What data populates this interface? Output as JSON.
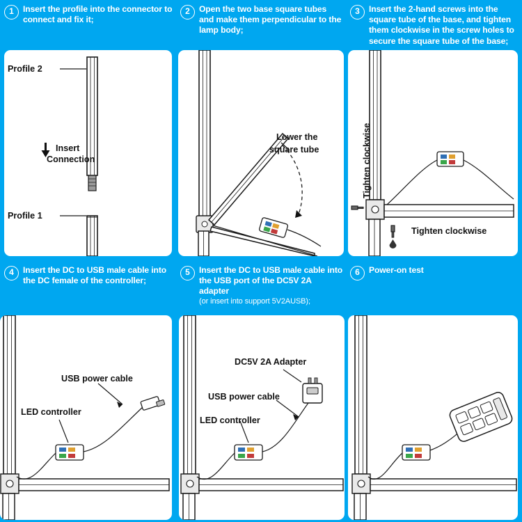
{
  "page": {
    "background_color": "#00a7f0",
    "panel_color": "#ffffff",
    "text_color": "#ffffff"
  },
  "steps": [
    {
      "number": "1",
      "text": "Insert the profile into the connector to connect and fix it;",
      "labels": {
        "profile2": "Profile 2",
        "profile1": "Profile 1",
        "insert": "Insert",
        "connection": "Connection"
      }
    },
    {
      "number": "2",
      "text": "Open the two base square tubes and make them perpendicular to the lamp body;",
      "labels": {
        "lower": "Lower the",
        "square_tube": "square tube"
      }
    },
    {
      "number": "3",
      "text": "Insert the 2-hand screws into the square tube of the base, and tighten them clockwise in the screw holes to secure the square tube of the base;",
      "labels": {
        "vertical": "Tighten clockwise",
        "horizontal": "Tighten clockwise"
      }
    },
    {
      "number": "4",
      "text": "Insert the DC to USB male cable into the DC female of the controller;",
      "labels": {
        "usb_cable": "USB power cable",
        "led_controller": "LED controller"
      }
    },
    {
      "number": "5",
      "text": "Insert the DC to USB male cable into the USB port of the DC5V 2A adapter",
      "subtext": "(or insert into support 5V2AUSB);",
      "labels": {
        "adapter": "DC5V 2A Adapter",
        "usb_cable": "USB power cable",
        "led_controller": "LED controller"
      }
    },
    {
      "number": "6",
      "text": "Power-on test",
      "labels": {}
    }
  ]
}
